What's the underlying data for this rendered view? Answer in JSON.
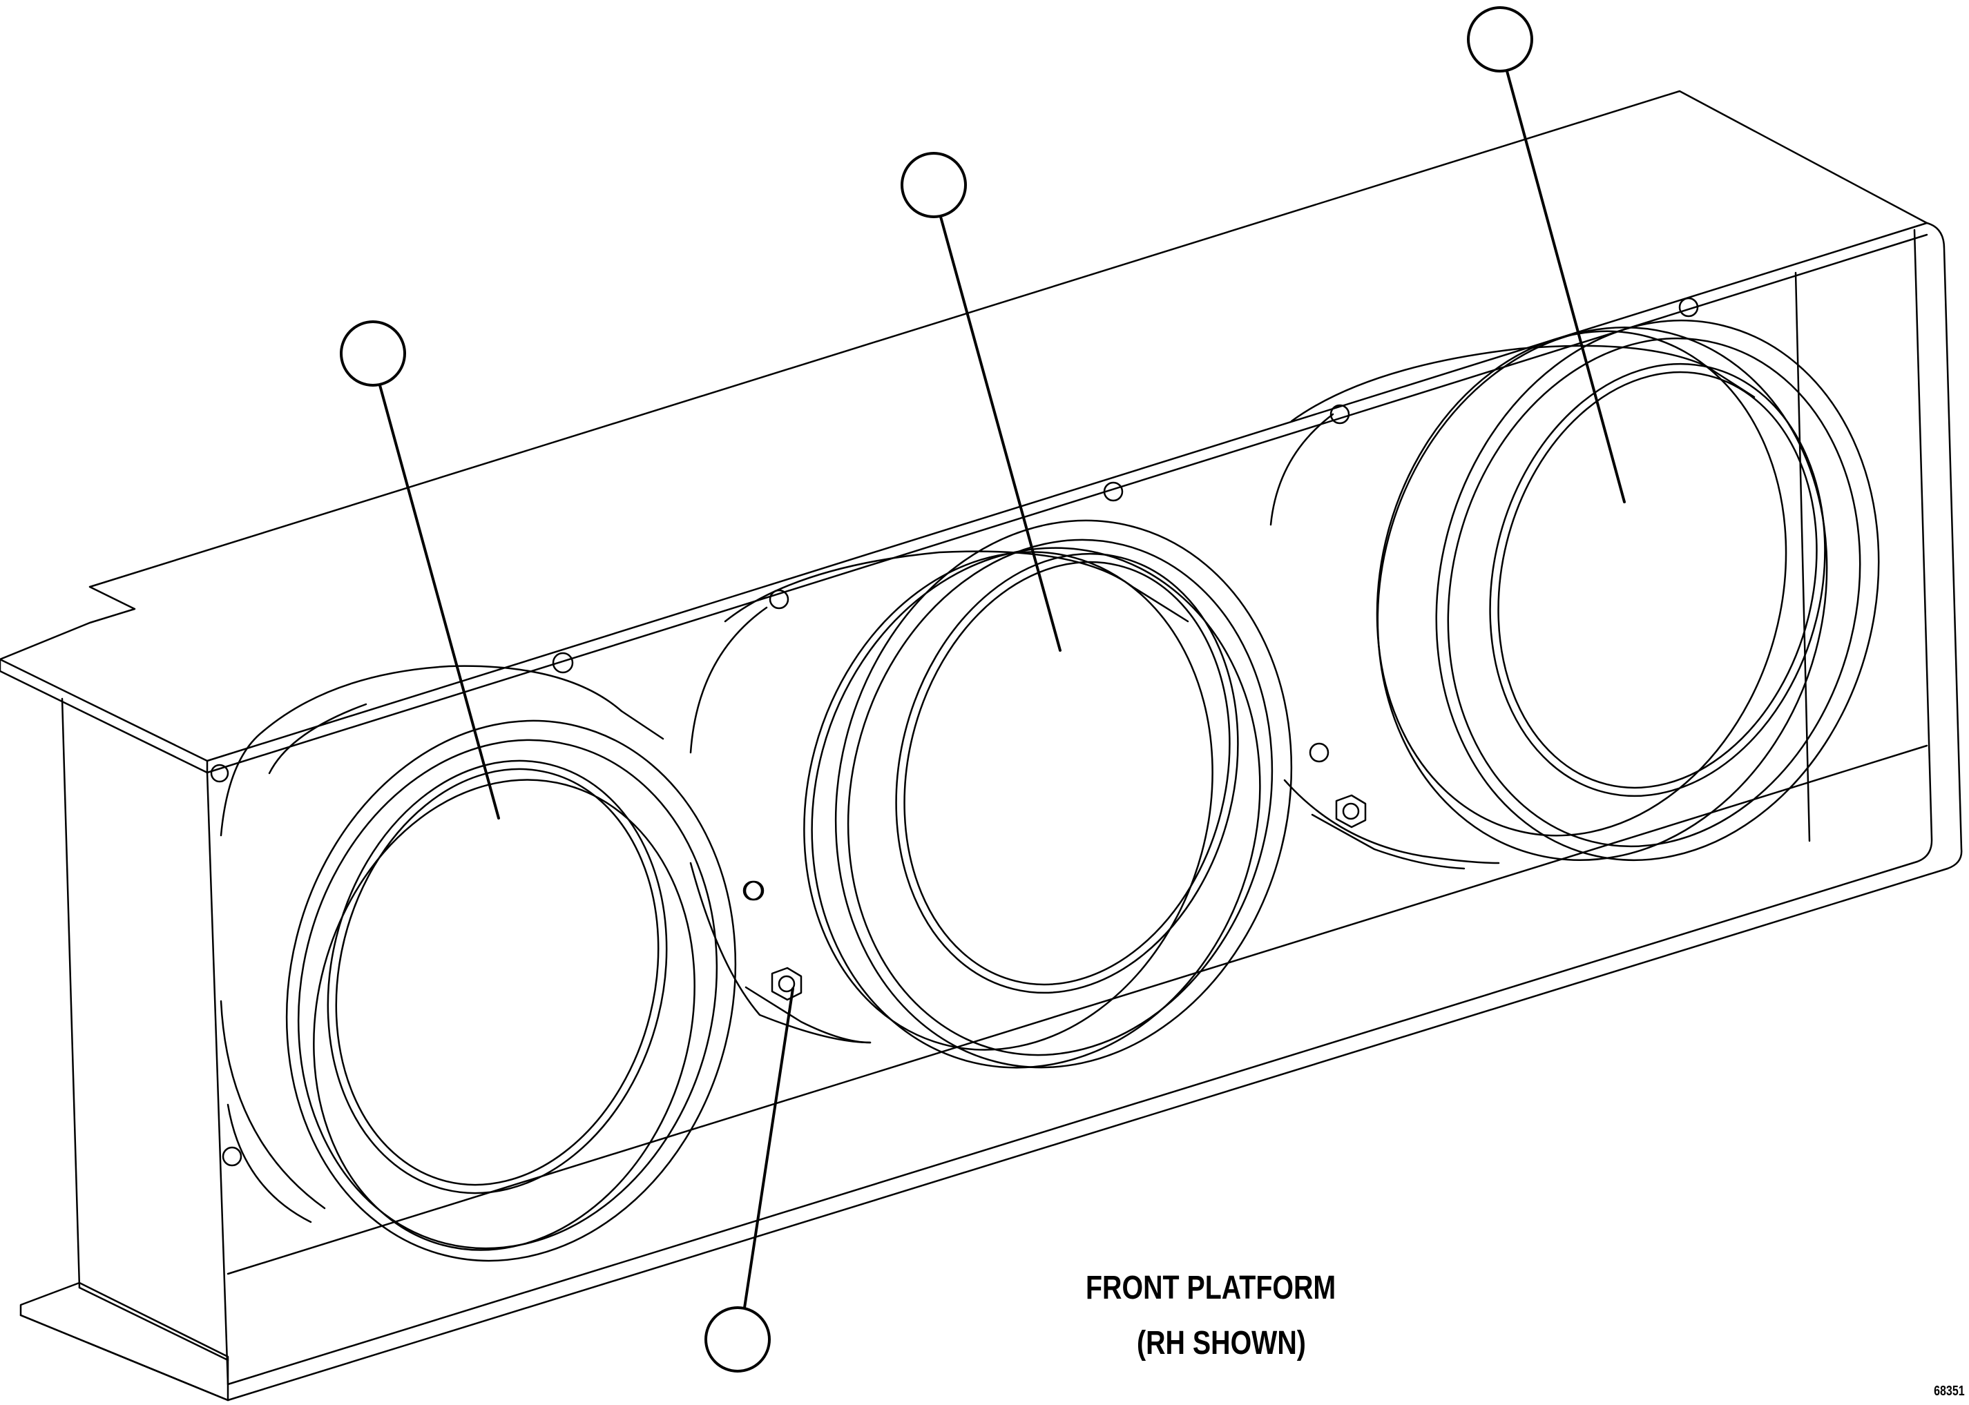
{
  "caption": {
    "title": "FRONT PLATFORM",
    "subtitle": "(RH SHOWN)"
  },
  "figure_number": "68351",
  "callouts": [
    {
      "id": "callout-left-lamp",
      "label": ""
    },
    {
      "id": "callout-center-lamp",
      "label": ""
    },
    {
      "id": "callout-right-lamp",
      "label": ""
    },
    {
      "id": "callout-mounting-nut",
      "label": ""
    }
  ],
  "colors": {
    "line": "#000000",
    "background": "#ffffff"
  }
}
